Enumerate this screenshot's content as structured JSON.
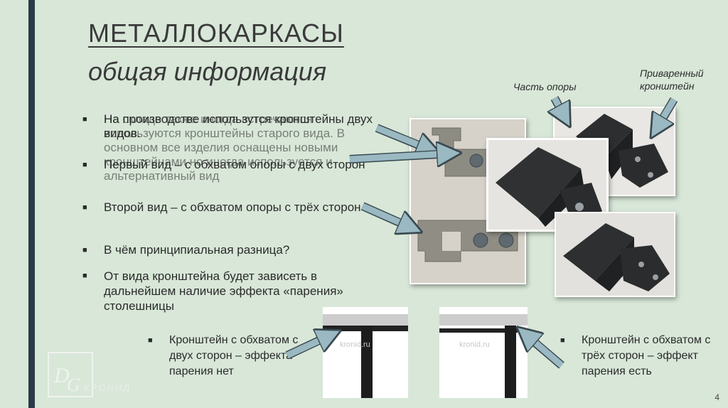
{
  "slide": {
    "title": "МЕТАЛЛОКАРКАСЫ",
    "subtitle": "общая информация",
    "bullets_overlap_a": [
      "На производстве использутся кронштейны двух видов.",
      "Первый вид – с обхватом опоры с двух сторон"
    ],
    "bullets_overlap_b": [
      "На складе также иногда встречаются используются кронштейны старого вида. В основном все изделия оснащены новыми кронштейнами но иногда используется и альтернативный вид"
    ],
    "bullets": [
      "Второй вид – с обхватом опоры с трёх сторон",
      "В чём принципиальная разница?",
      "От вида кронштейна будет зависеть в дальнейшем наличие эффекта «парения» столешницы"
    ],
    "bottom_left": "Кронштейн с обхватом с двух сторон – эффекта парения нет",
    "bottom_right": "Кронштейн с обхватом с трёх сторон – эффект парения есть",
    "label_support": "Часть опоры",
    "label_welded": "Приваренный кронштейн",
    "watermark": "kronid.ru",
    "logo_text": "КРОНИД",
    "page_number": "4",
    "bullet_glyph": "■"
  }
}
